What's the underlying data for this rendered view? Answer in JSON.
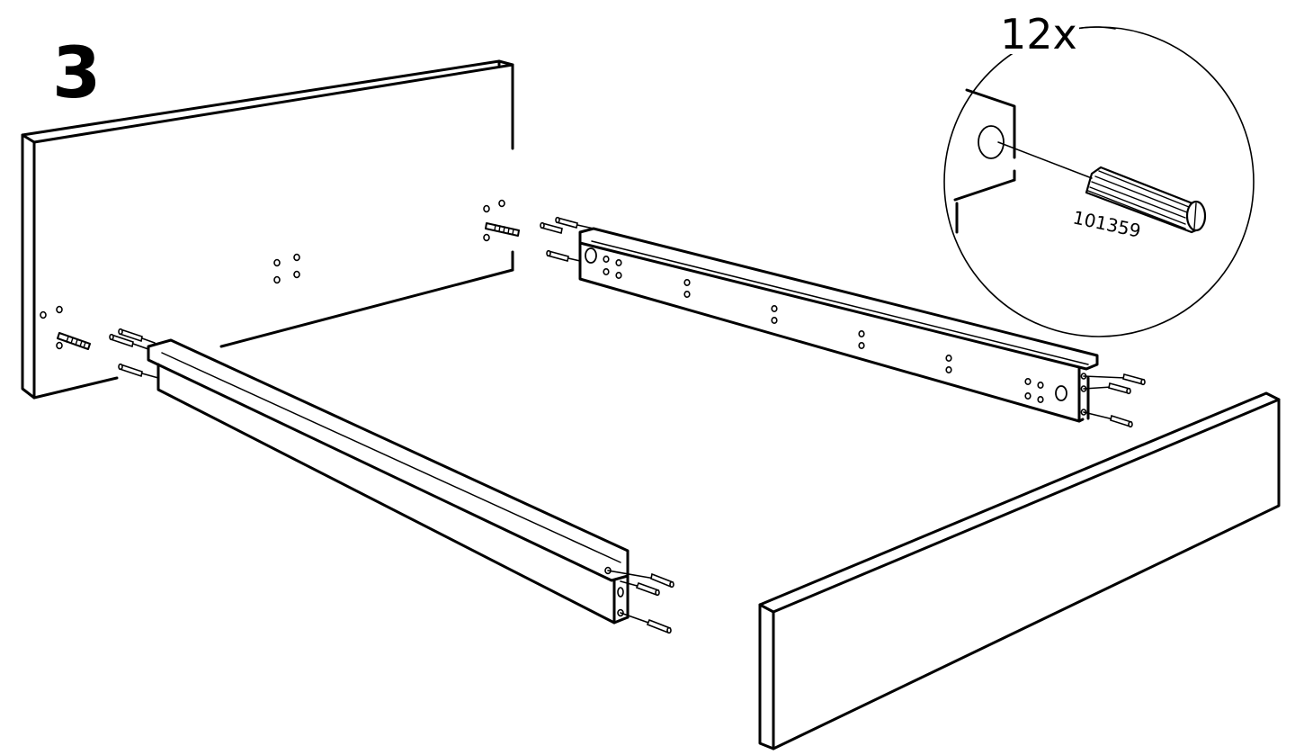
{
  "step_number": "3",
  "callout": {
    "quantity": "12x",
    "part_number": "101359"
  },
  "colors": {
    "line": "#000000",
    "background": "#ffffff"
  }
}
